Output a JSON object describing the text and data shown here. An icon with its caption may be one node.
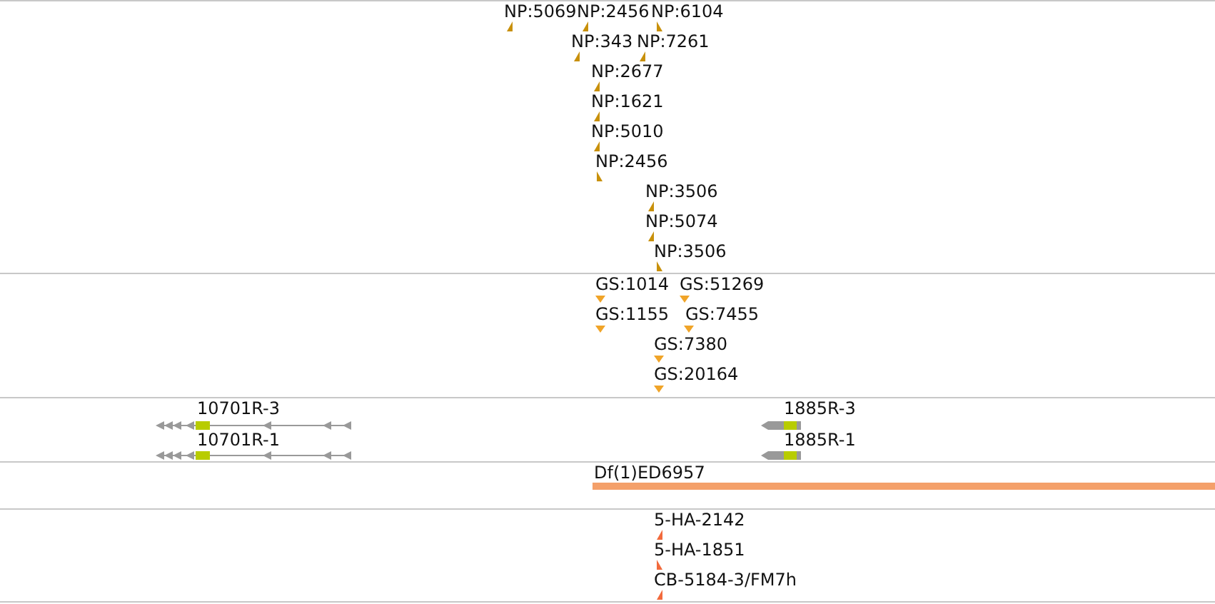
{
  "diagram": {
    "labels": [
      "NP:5069",
      "NP:2456",
      "NP:6104",
      "NP:343",
      "NP:7261",
      "NP:2677",
      "NP:1621",
      "NP:5010",
      "NP:2456",
      "NP:3506",
      "NP:5074",
      "NP:3506",
      "GS:1014",
      "GS:51269",
      "GS:1155",
      "GS:7455",
      "GS:7380",
      "GS:20164",
      "10701R-3",
      "1885R-3",
      "10701R-1",
      "1885R-1",
      "Df(1)ED6957",
      "5-HA-2142",
      "5-HA-1851",
      "CB-5184-3/FM7h"
    ]
  }
}
